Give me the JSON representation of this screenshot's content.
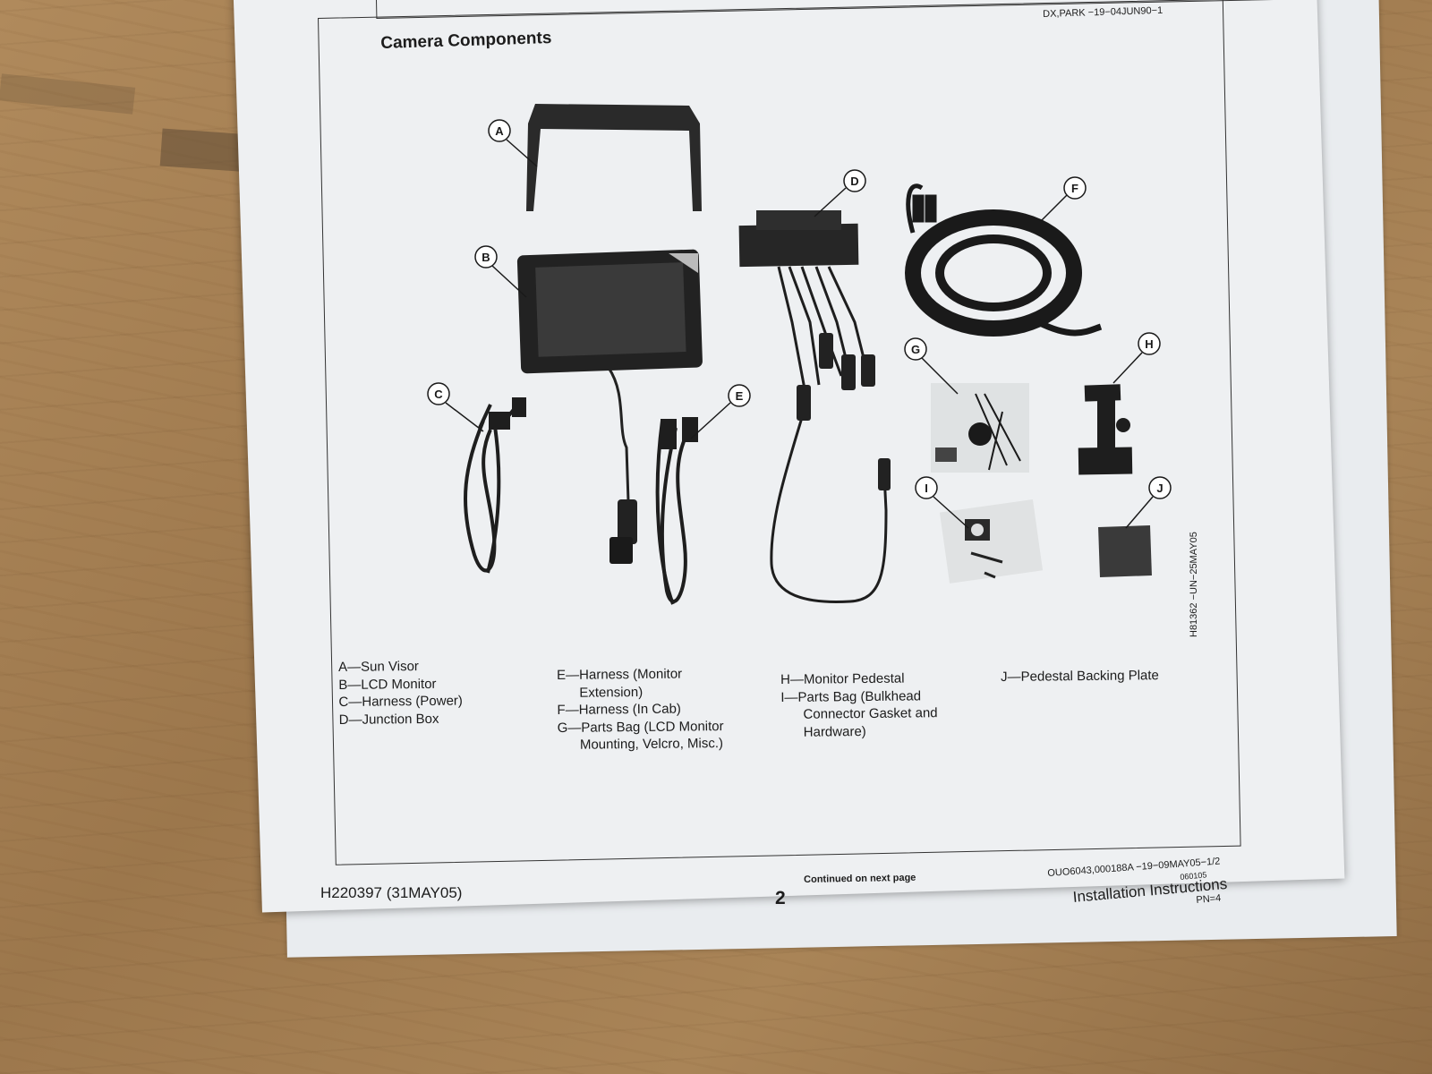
{
  "header": {
    "title": "Camera Components",
    "ref": "DX,PARK −19−04JUN90−1"
  },
  "callouts": [
    "A",
    "B",
    "C",
    "D",
    "E",
    "F",
    "G",
    "H",
    "I",
    "J"
  ],
  "figure_id": "H81362   −UN−25MAY05",
  "legend": {
    "col1": "A—Sun Visor\nB—LCD Monitor\nC—Harness (Power)\nD—Junction Box",
    "col2": "E—Harness (Monitor\n      Extension)\nF—Harness (In Cab)\nG—Parts Bag (LCD Monitor\n      Mounting, Velcro, Misc.)",
    "col3": "H—Monitor Pedestal\nI—Parts Bag (Bulkhead\n      Connector Gasket and\n      Hardware)",
    "col4": "J—Pedestal Backing Plate"
  },
  "footer": {
    "continued": "Continued on next page",
    "doc_ref": "OUO6043,000188A   −19−09MAY05−1/2",
    "doc_number": "H220397 (31MAY05)",
    "page_number": "2",
    "doc_type": "Installation Instructions",
    "code1": "060105",
    "code2": "PN=4"
  }
}
